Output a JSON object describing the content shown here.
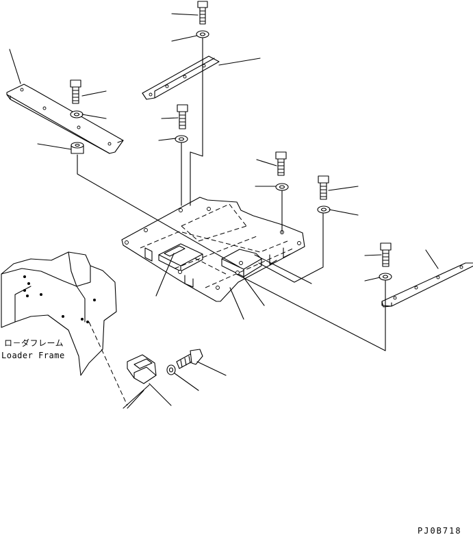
{
  "diagram": {
    "label_jp": "ロ－ダフレーム",
    "label_en": "Loader Frame",
    "drawing_code": "PJ0B718"
  }
}
